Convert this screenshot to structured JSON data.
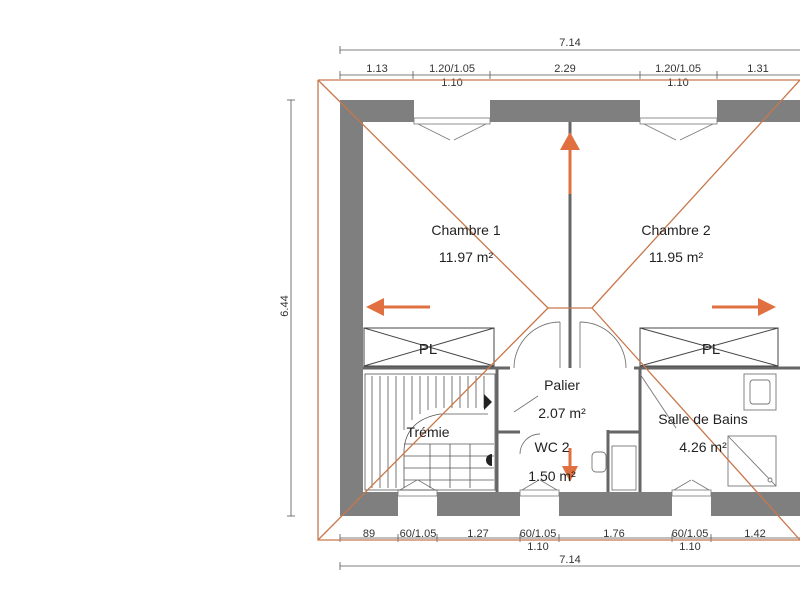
{
  "dimensions": {
    "top_total": "7.14",
    "top_segments": [
      "1.13",
      "1.20/1.05",
      "2.29",
      "1.20/1.05",
      "1.31"
    ],
    "top_sub": [
      "1.10",
      "1.10"
    ],
    "left_total": "6.44",
    "bottom_segments": [
      "89",
      "60/1.05",
      "1.27",
      "60/1.05",
      "1.76",
      "60/1.05",
      "1.42"
    ],
    "bottom_sub": [
      "1.10",
      "1.10"
    ],
    "bottom_total": "7.14"
  },
  "rooms": {
    "chambre1": {
      "name": "Chambre 1",
      "area": "11.97 m²"
    },
    "chambre2": {
      "name": "Chambre 2",
      "area": "11.95 m²"
    },
    "palier": {
      "name": "Palier",
      "area": "2.07 m²"
    },
    "wc": {
      "name": "WC 2",
      "area": "1.50 m²"
    },
    "sdb": {
      "name": "Salle de Bains",
      "area": "4.26 m²"
    },
    "tremie": {
      "name": "Trémie"
    }
  },
  "labels": {
    "pl_left": "PL",
    "pl_right": "PL"
  },
  "colors": {
    "wall": "#7f7f7f",
    "roof_line": "#c8784a",
    "arrow": "#e07040",
    "dim_line": "#555555"
  }
}
